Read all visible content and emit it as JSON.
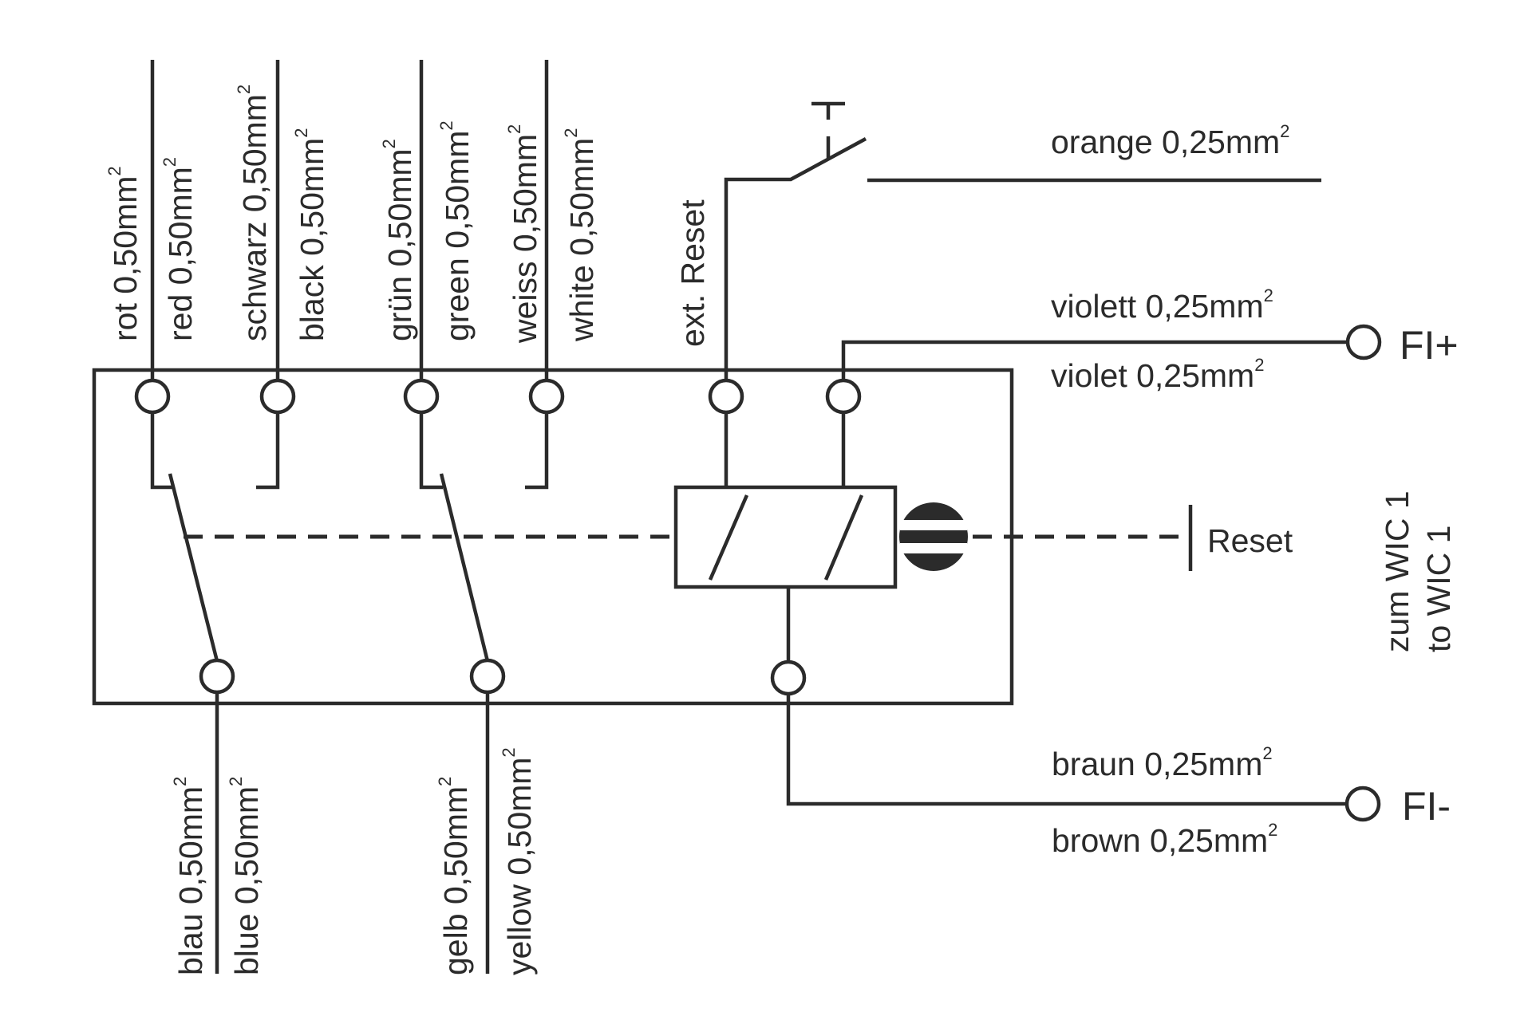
{
  "diagram": {
    "title": "Relay wiring schematic",
    "stroke_color": "#2b2b2b",
    "top_wires": [
      {
        "label_left": "rot 0,50mm",
        "label_right": "red 0,50mm",
        "sup": "2"
      },
      {
        "label_left": "schwarz 0,50mm",
        "label_right": "black 0,50mm",
        "sup": "2"
      },
      {
        "label_left": "grün 0,50mm",
        "label_right": "green 0,50mm",
        "sup": "2"
      },
      {
        "label_left": "weiss 0,50mm",
        "label_right": "white 0,50mm",
        "sup": "2"
      }
    ],
    "ext_reset": {
      "label": "ext. Reset"
    },
    "orange": {
      "label": "orange 0,25mm",
      "sup": "2"
    },
    "violet": {
      "label_de": "violett 0,25mm",
      "label_en": "violet 0,25mm",
      "sup": "2",
      "terminal": "FI+"
    },
    "brown": {
      "label_de": "braun 0,25mm",
      "label_en": "brown 0,25mm",
      "sup": "2",
      "terminal": "FI-"
    },
    "bottom_wires": [
      {
        "label_left": "blau 0,50mm",
        "label_right": "blue 0,50mm",
        "sup": "2"
      },
      {
        "label_left": "gelb 0,50mm",
        "label_right": "yellow 0,50mm",
        "sup": "2"
      }
    ],
    "reset": {
      "label": "Reset"
    },
    "destination": {
      "line1": "zum WIC 1",
      "line2": "to WIC 1"
    }
  }
}
